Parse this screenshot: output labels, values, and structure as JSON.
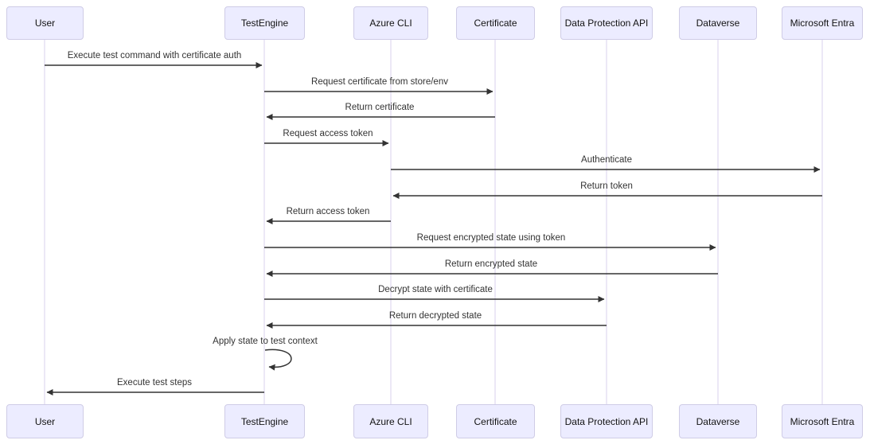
{
  "diagram": {
    "type": "sequence-diagram",
    "participants": [
      {
        "id": "user",
        "label": "User"
      },
      {
        "id": "testengine",
        "label": "TestEngine"
      },
      {
        "id": "azure-cli",
        "label": "Azure CLI"
      },
      {
        "id": "certificate",
        "label": "Certificate"
      },
      {
        "id": "dpapi",
        "label": "Data Protection API"
      },
      {
        "id": "dataverse",
        "label": "Dataverse"
      },
      {
        "id": "entra",
        "label": "Microsoft Entra"
      }
    ],
    "messages": [
      {
        "from": "User",
        "to": "TestEngine",
        "text": "Execute test command with certificate auth",
        "type": "solid-arrow"
      },
      {
        "from": "TestEngine",
        "to": "Certificate",
        "text": "Request certificate from store/env",
        "type": "solid-arrow"
      },
      {
        "from": "Certificate",
        "to": "TestEngine",
        "text": "Return certificate",
        "type": "solid-arrow"
      },
      {
        "from": "TestEngine",
        "to": "Azure CLI",
        "text": "Request access token",
        "type": "solid-arrow"
      },
      {
        "from": "Azure CLI",
        "to": "Microsoft Entra",
        "text": "Authenticate",
        "type": "solid-arrow"
      },
      {
        "from": "Microsoft Entra",
        "to": "Azure CLI",
        "text": "Return token",
        "type": "solid-arrow"
      },
      {
        "from": "Azure CLI",
        "to": "TestEngine",
        "text": "Return access token",
        "type": "solid-arrow"
      },
      {
        "from": "TestEngine",
        "to": "Dataverse",
        "text": "Request encrypted state using token",
        "type": "solid-arrow"
      },
      {
        "from": "Dataverse",
        "to": "TestEngine",
        "text": "Return encrypted state",
        "type": "solid-arrow"
      },
      {
        "from": "TestEngine",
        "to": "Data Protection API",
        "text": "Decrypt state with certificate",
        "type": "solid-arrow"
      },
      {
        "from": "Data Protection API",
        "to": "TestEngine",
        "text": "Return decrypted state",
        "type": "solid-arrow"
      },
      {
        "from": "TestEngine",
        "to": "TestEngine",
        "text": "Apply state to test context",
        "type": "self-loop"
      },
      {
        "from": "TestEngine",
        "to": "User",
        "text": "Execute test steps",
        "type": "solid-arrow"
      }
    ],
    "colors": {
      "actor_fill": "#ECECFF",
      "actor_border": "#CFCCE6",
      "lifeline": "#D8D2EE",
      "arrow": "#333333",
      "text": "#333333"
    }
  }
}
